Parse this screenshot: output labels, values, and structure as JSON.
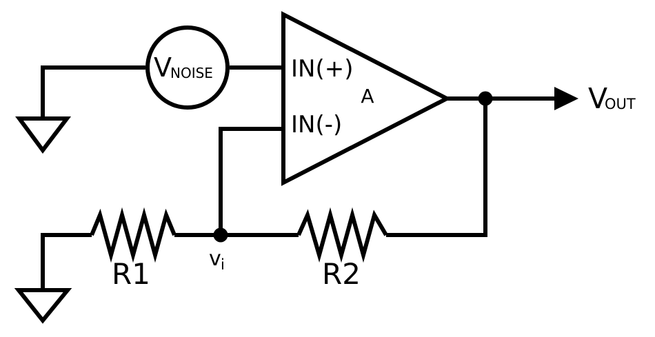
{
  "canvas": {
    "background_color": "#ffffff",
    "line_color": "#000000"
  },
  "components": {
    "noise_source": {
      "label_main": "V",
      "label_sub": "NOISE"
    },
    "opamp": {
      "in_pos_label": "IN(+)",
      "in_neg_label": "IN(-)",
      "gain_label": "A"
    },
    "r1": {
      "label": "R1"
    },
    "r2": {
      "label": "R2"
    },
    "vi_node": {
      "label_main": "v",
      "label_sub": "i"
    },
    "output": {
      "label_main": "V",
      "label_sub": "OUT"
    }
  }
}
